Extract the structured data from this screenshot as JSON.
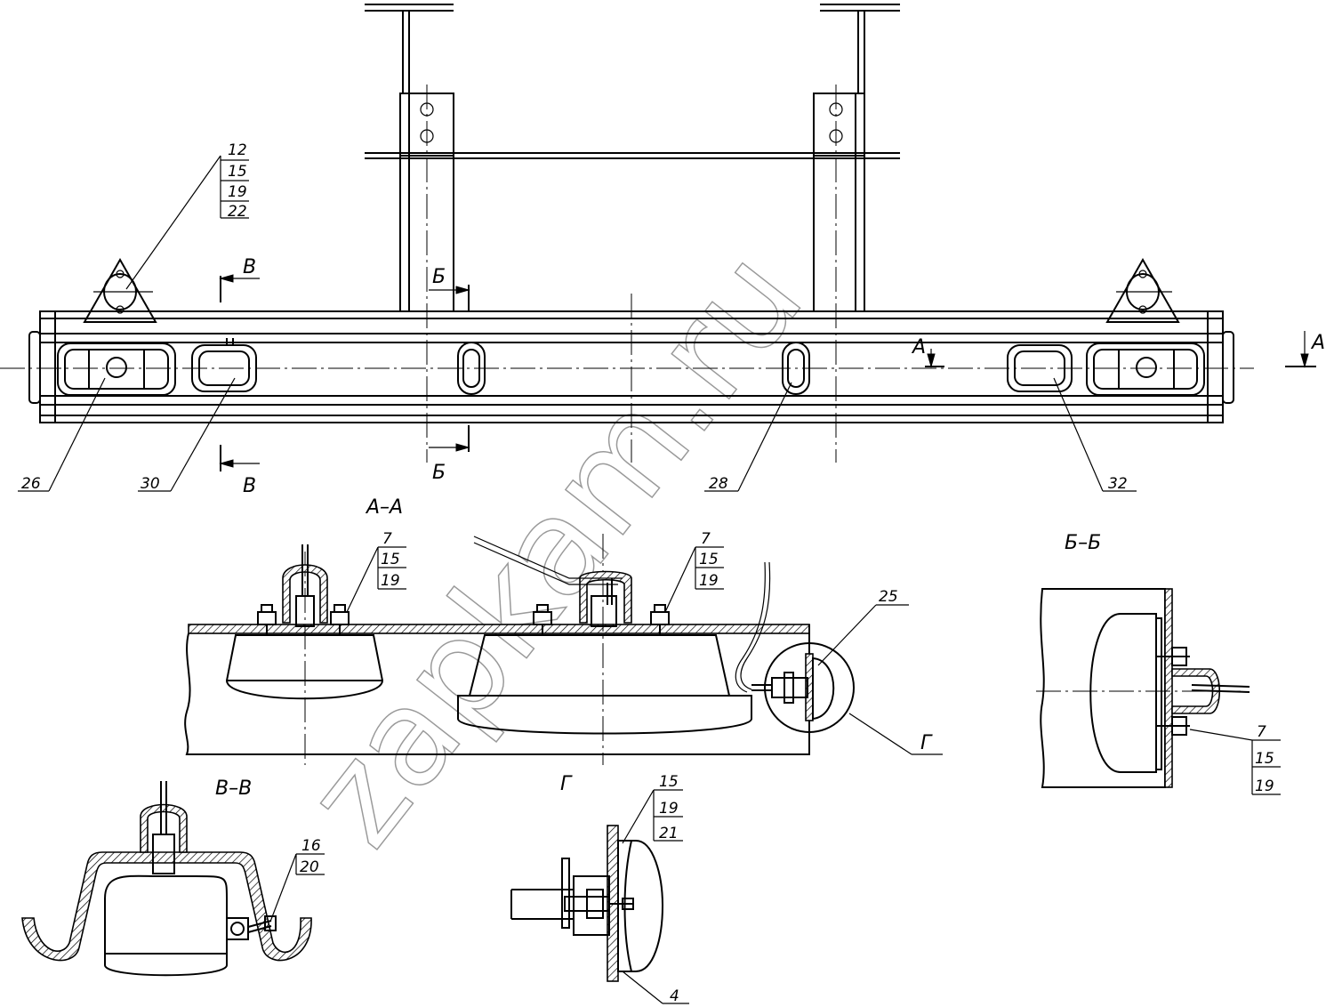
{
  "watermark": "zapkam.ru",
  "sections": {
    "aa": "А–А",
    "bb": "Б–Б",
    "vv": "В–В",
    "g": "Г"
  },
  "cut_marks": {
    "v_top": "В",
    "v_bottom": "В",
    "b_top": "Б",
    "b_bottom": "Б",
    "a_mid": "А",
    "a_right": "А",
    "g_callout": "Г"
  },
  "callouts": {
    "top_stack": [
      "12",
      "15",
      "19",
      "22"
    ],
    "p26": "26",
    "p30": "30",
    "p28": "28",
    "p32": "32",
    "aa_left_stack": [
      "7",
      "15",
      "19"
    ],
    "aa_right_stack": [
      "7",
      "15",
      "19"
    ],
    "p25": "25",
    "bb_stack": [
      "7",
      "15",
      "19"
    ],
    "vv_stack": [
      "16",
      "20"
    ],
    "g_stack": [
      "15",
      "19",
      "21"
    ],
    "p4": "4"
  }
}
